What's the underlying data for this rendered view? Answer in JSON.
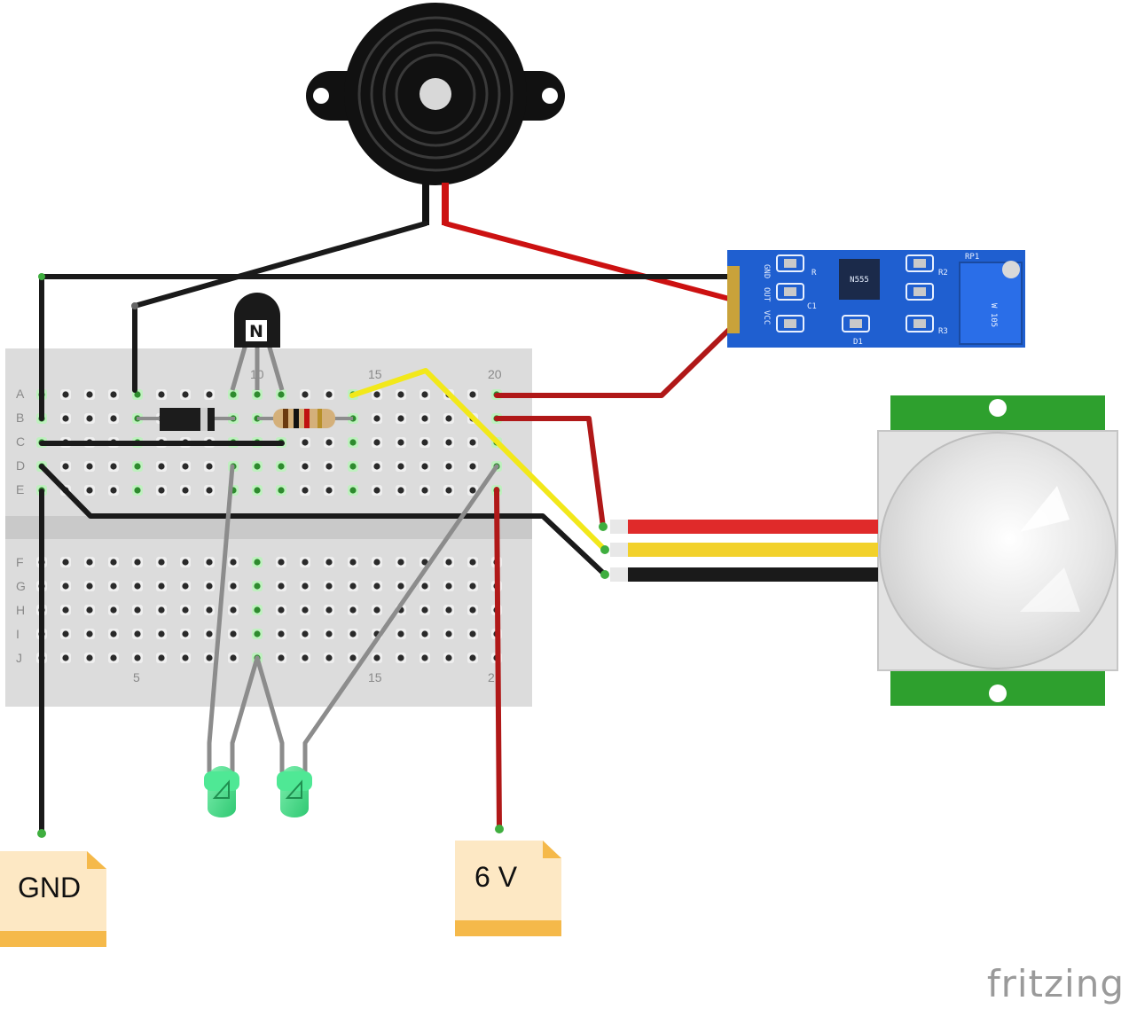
{
  "breadboard": {
    "rows_top": [
      "A",
      "B",
      "C",
      "D",
      "E"
    ],
    "rows_bottom": [
      "F",
      "G",
      "H",
      "I",
      "J"
    ],
    "column_numbers_top": [
      "10",
      "15",
      "20"
    ],
    "column_numbers_bottom": [
      "5",
      "15",
      "2"
    ]
  },
  "transistor": {
    "type_letter": "N"
  },
  "sound_sensor": {
    "pin_labels": [
      "GND",
      "OUT",
      "VCC"
    ],
    "chip_text": "N555",
    "component_labels": [
      "R",
      "R2",
      "R3",
      "C1",
      "D1",
      "RP1"
    ],
    "pot_text": "W 105"
  },
  "power_labels": {
    "ground": "GND",
    "supply": "6 V"
  },
  "brand": {
    "name": "fritzing"
  },
  "colors": {
    "wire_black": "#1a1a1a",
    "wire_red": "#cc1111",
    "wire_dark_red": "#b01818",
    "wire_yellow": "#f2e81a",
    "wire_gray": "#8c8c8c",
    "breadboard": "#dcdcdc",
    "led_green": "#3ddc84",
    "pcb_blue": "#1f5fd0",
    "pir_green": "#2ea02e"
  }
}
